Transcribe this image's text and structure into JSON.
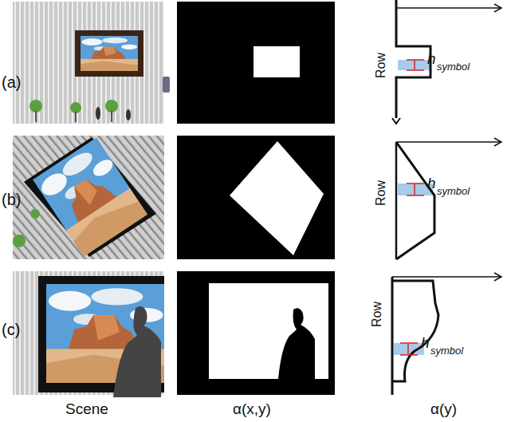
{
  "diagram": {
    "labels": [
      "(a)",
      "Row",
      "h",
      "symbol",
      "(b)",
      "Row",
      "h",
      "symbol",
      "(c)",
      "Row",
      "h",
      "symbol",
      "Scene",
      "α(x,y)",
      "α(y)"
    ]
  }
}
